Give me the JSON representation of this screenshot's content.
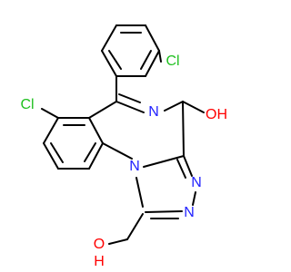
{
  "structure": {
    "atom_labels": {
      "cl_top": "Cl",
      "cl_left": "Cl",
      "n_imine": "N",
      "n_fused": "N",
      "n_triazole_a": "N",
      "n_triazole_b": "N",
      "oh_ring": "OH",
      "o_hydroxymethyl": "O",
      "h_hydroxymethyl": "H"
    },
    "colors": {
      "carbon_bond": "#000000",
      "nitrogen": "#2222ff",
      "oxygen": "#ff0000",
      "chlorine": "#1fc01f"
    }
  }
}
